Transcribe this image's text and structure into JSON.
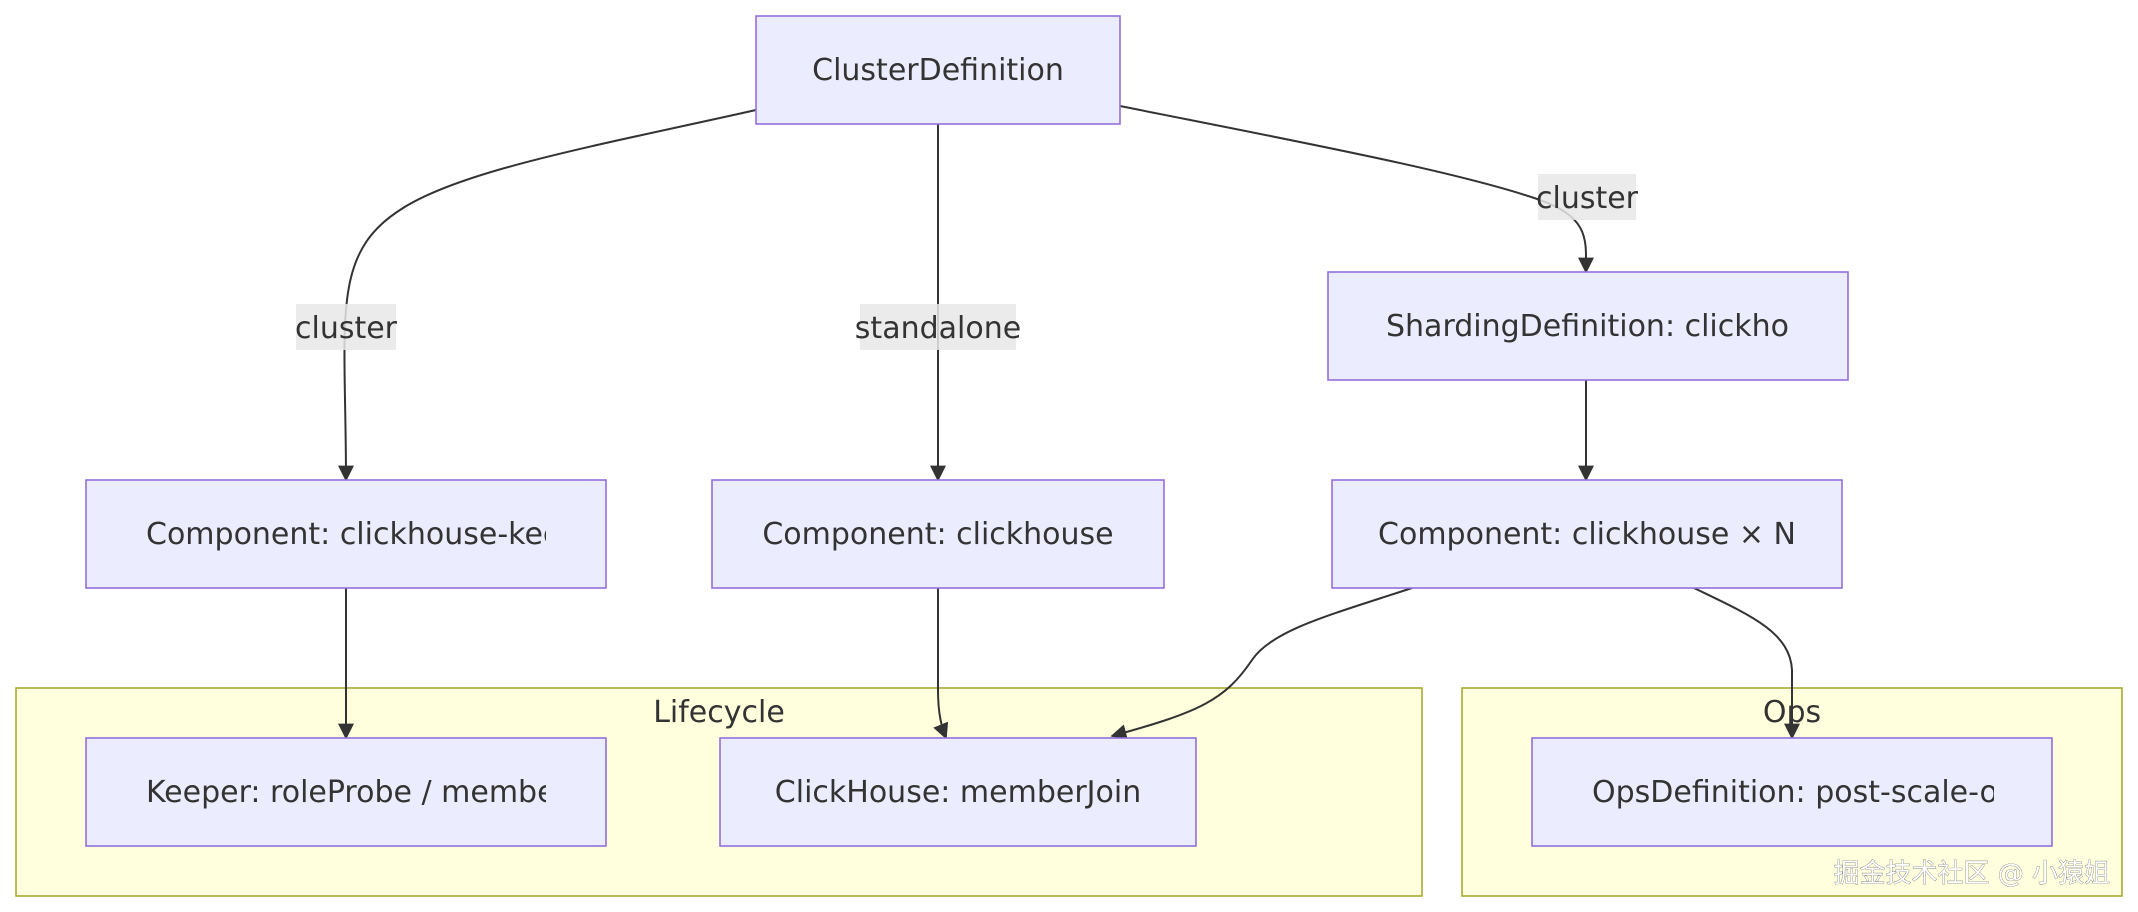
{
  "nodes": {
    "cluster_definition": "ClusterDefinition",
    "sharding_definition": "ShardingDefinition: clickhou",
    "component_keeper": "Component: clickhouse-keep",
    "component_clickhouse": "Component: clickhouse",
    "component_clickhouse_n": "Component: clickhouse × N",
    "keeper_lifecycle": "Keeper: roleProbe / membe",
    "clickhouse_member_join": "ClickHouse: memberJoin",
    "ops_definition": "OpsDefinition: post-scale-ou"
  },
  "groups": {
    "lifecycle": "Lifecycle",
    "ops": "Ops"
  },
  "edge_labels": {
    "to_keeper": "cluster",
    "to_clickhouse": "standalone",
    "to_sharding": "cluster"
  },
  "watermark": "掘金技术社区 @ 小猿姐",
  "colors": {
    "node_fill": "#ECECFF",
    "node_stroke": "#9370DB",
    "group_fill": "#ffffde",
    "group_stroke": "#aaaa33",
    "edge": "#333333",
    "edge_label_bg": "#e8e8e8"
  }
}
